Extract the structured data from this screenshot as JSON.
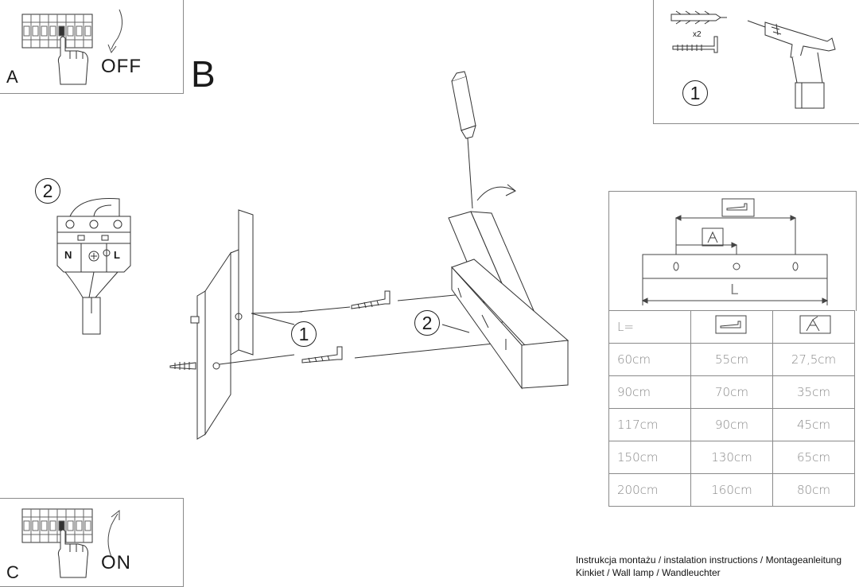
{
  "panels": {
    "a": {
      "letter": "A",
      "state": "OFF"
    },
    "b": {
      "letter": "B"
    },
    "c": {
      "letter": "C",
      "state": "ON"
    }
  },
  "step_numbers": {
    "tools": "1",
    "wiring": "2",
    "wall_screws": "1",
    "lamp_body": "2"
  },
  "tools_panel": {
    "quantity": "x2"
  },
  "dimensions": {
    "length_label": "L",
    "table": {
      "header": [
        "L=",
        "",
        ""
      ],
      "rows": [
        [
          "60cm",
          "55cm",
          "27,5cm"
        ],
        [
          "90cm",
          "70cm",
          "35cm"
        ],
        [
          "117cm",
          "90cm",
          "45cm"
        ],
        [
          "150cm",
          "130cm",
          "65cm"
        ],
        [
          "200cm",
          "160cm",
          "80cm"
        ]
      ]
    }
  },
  "footer": {
    "line1": "Instrukcja montażu / instalation instructions / Montageanleitung",
    "line2": "Kinkiet / Wall lamp / Wandleuchter"
  },
  "wiring_labels": {
    "neutral": "N",
    "live": "L"
  }
}
